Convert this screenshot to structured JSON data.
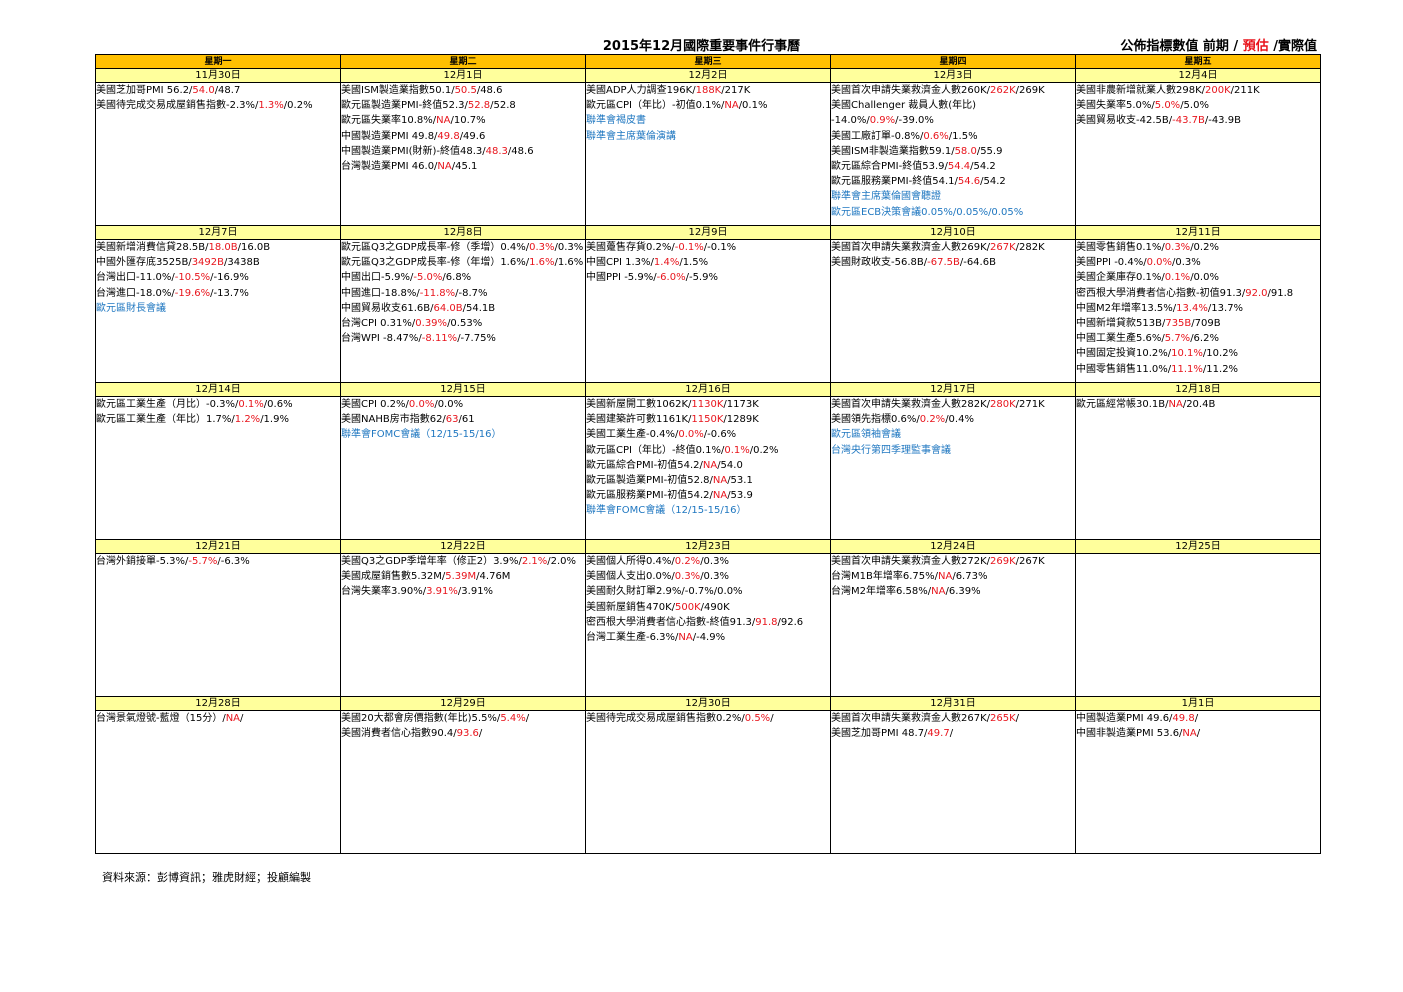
{
  "title": "2015年12月國際重要事件行事曆",
  "legend": {
    "part1": "公佈指標數值  前期 / ",
    "part2": "預估",
    "part3": " /實際值"
  },
  "days": [
    "星期一",
    "星期二",
    "星期三",
    "星期四",
    "星期五"
  ],
  "colors": {
    "header": "#ffc000",
    "date_row": "#ffff9c",
    "forecast": "#e8141c",
    "event": "#1f77c0"
  },
  "weeks": [
    {
      "dates": [
        "11月30日",
        "12月1日",
        "12月2日",
        "12月3日",
        "12月4日"
      ],
      "cells": [
        [
          {
            "t": "美國芝加哥PMI  56.2/",
            "f": "54.0",
            "a": "/48.7"
          },
          {
            "t": "美國待完成交易成屋銷售指數-2.3%/",
            "f": "1.3%",
            "a": "/0.2%"
          }
        ],
        [
          {
            "t": "美國ISM製造業指數50.1/",
            "f": "50.5",
            "a": "/48.6"
          },
          {
            "t": "歐元區製造業PMI-終值52.3/",
            "f": "52.8",
            "a": "/52.8"
          },
          {
            "t": "歐元區失業率10.8%/",
            "f": "NA",
            "a": "/10.7%"
          },
          {
            "t": "中國製造業PMI 49.8/",
            "f": "49.8",
            "a": "/49.6"
          },
          {
            "t": "中國製造業PMI(財新)-終值48.3/",
            "f": "48.3",
            "a": "/48.6"
          },
          {
            "t": "台灣製造業PMI 46.0/",
            "f": "NA",
            "a": "/45.1"
          }
        ],
        [
          {
            "t": "美國ADP人力調查196K/",
            "f": "188K",
            "a": "/217K"
          },
          {
            "t": "歐元區CPI（年比）-初值0.1%/",
            "f": "NA",
            "a": "/0.1%"
          },
          {
            "e": "聯準會褐皮書"
          },
          {
            "e": "聯準會主席葉倫演講"
          }
        ],
        [
          {
            "t": "美國首次申請失業救濟金人數260K/",
            "f": "262K",
            "a": "/269K"
          },
          {
            "t": "美國Challenger 裁員人數(年比) -14.0%/",
            "f": "0.9%",
            "a": "/-39.0%",
            "wrap": true
          },
          {
            "t": "美國工廠訂單-0.8%/",
            "f": "0.6%",
            "a": "/1.5%"
          },
          {
            "t": "美國ISM非製造業指數59.1/",
            "f": "58.0",
            "a": "/55.9"
          },
          {
            "t": "歐元區綜合PMI-終值53.9/",
            "f": "54.4",
            "a": "/54.2"
          },
          {
            "t": "歐元區服務業PMI-終值54.1/",
            "f": "54.6",
            "a": "/54.2"
          },
          {
            "e": "聯準會主席葉倫國會聽證"
          },
          {
            "e": "歐元區ECB決策會議0.05%/0.05%/0.05%"
          }
        ],
        [
          {
            "t": "美國非農新增就業人數298K/",
            "f": "200K",
            "a": "/211K"
          },
          {
            "t": "美國失業率5.0%/",
            "f": "5.0%",
            "a": "/5.0%"
          },
          {
            "t": "美國貿易收支-42.5B/",
            "f": "-43.7B",
            "a": "/-43.9B"
          }
        ]
      ]
    },
    {
      "dates": [
        "12月7日",
        "12月8日",
        "12月9日",
        "12月10日",
        "12月11日"
      ],
      "cells": [
        [
          {
            "t": "美國新增消費信貸28.5B/",
            "f": "18.0B",
            "a": "/16.0B"
          },
          {
            "t": "中國外匯存底3525B/",
            "f": "3492B",
            "a": "/3438B"
          },
          {
            "t": "台灣出口-11.0%/",
            "f": "-10.5%",
            "a": "/-16.9%"
          },
          {
            "t": "台灣進口-18.0%/",
            "f": "-19.6%",
            "a": "/-13.7%"
          },
          {
            "e": "歐元區財長會議"
          }
        ],
        [
          {
            "t": "歐元區Q3之GDP成長率-修（季增）0.4%/",
            "f": "0.3%",
            "a": "/0.3%",
            "wrap": true
          },
          {
            "t": "歐元區Q3之GDP成長率-修（年增）1.6%/",
            "f": "1.6%",
            "a": "/1.6%",
            "wrap": true
          },
          {
            "t": "中國出口-5.9%/",
            "f": "-5.0%",
            "a": "/6.8%"
          },
          {
            "t": "中國進口-18.8%/",
            "f": "-11.8%",
            "a": "/-8.7%"
          },
          {
            "t": "中國貿易收支61.6B/",
            "f": "64.0B",
            "a": "/54.1B"
          },
          {
            "t": "台灣CPI  0.31%/",
            "f": "0.39%",
            "a": "/0.53%"
          },
          {
            "t": "台灣WPI  -8.47%/",
            "f": "-8.11%",
            "a": "/-7.75%"
          }
        ],
        [
          {
            "t": "美國躉售存貨0.2%/",
            "f": "-0.1%",
            "a": "/-0.1%"
          },
          {
            "t": "中國CPI  1.3%/",
            "f": "1.4%",
            "a": "/1.5%"
          },
          {
            "t": "中國PPI  -5.9%/",
            "f": "-6.0%",
            "a": "/-5.9%"
          }
        ],
        [
          {
            "t": "美國首次申請失業救濟金人數269K/",
            "f": "267K",
            "a": "/282K"
          },
          {
            "t": "美國財政收支-56.8B/",
            "f": "-67.5B",
            "a": "/-64.6B"
          }
        ],
        [
          {
            "t": "美國零售銷售0.1%/",
            "f": "0.3%",
            "a": "/0.2%"
          },
          {
            "t": "美國PPI  -0.4%/",
            "f": "0.0%",
            "a": "/0.3%"
          },
          {
            "t": "美國企業庫存0.1%/",
            "f": "0.1%",
            "a": "/0.0%"
          },
          {
            "t": "密西根大學消費者信心指數-初值91.3/",
            "f": "92.0",
            "a": "/91.8"
          },
          {
            "t": "中國M2年增率13.5%/",
            "f": "13.4%",
            "a": "/13.7%"
          },
          {
            "t": "中國新增貸款513B/",
            "f": "735B",
            "a": "/709B"
          },
          {
            "t": "中國工業生產5.6%/",
            "f": "5.7%",
            "a": "/6.2%"
          },
          {
            "t": "中國固定投資10.2%/",
            "f": "10.1%",
            "a": "/10.2%"
          },
          {
            "t": "中國零售銷售11.0%/",
            "f": "11.1%",
            "a": "/11.2%"
          }
        ]
      ]
    },
    {
      "dates": [
        "12月14日",
        "12月15日",
        "12月16日",
        "12月17日",
        "12月18日"
      ],
      "cells": [
        [
          {
            "t": "歐元區工業生產（月比）-0.3%/",
            "f": "0.1%",
            "a": "/0.6%"
          },
          {
            "t": "歐元區工業生產（年比）1.7%/",
            "f": "1.2%",
            "a": "/1.9%"
          }
        ],
        [
          {
            "t": "美國CPI  0.2%/",
            "f": "0.0%",
            "a": "/0.0%"
          },
          {
            "t": "美國NAHB房市指數62/",
            "f": "63",
            "a": "/61"
          },
          {
            "e": "聯準會FOMC會議（12/15-15/16）"
          }
        ],
        [
          {
            "t": "美國新屋開工數1062K/",
            "f": "1130K",
            "a": "/1173K"
          },
          {
            "t": "美國建築許可數1161K/",
            "f": "1150K",
            "a": "/1289K"
          },
          {
            "t": "美國工業生產-0.4%/",
            "f": "0.0%",
            "a": "/-0.6%"
          },
          {
            "t": "歐元區CPI（年比）-終值0.1%/",
            "f": "0.1%",
            "a": "/0.2%"
          },
          {
            "t": "歐元區綜合PMI-初值54.2/",
            "f": "NA",
            "a": "/54.0"
          },
          {
            "t": "歐元區製造業PMI-初值52.8/",
            "f": "NA",
            "a": "/53.1"
          },
          {
            "t": "歐元區服務業PMI-初值54.2/",
            "f": "NA",
            "a": "/53.9"
          },
          {
            "e": "聯準會FOMC會議（12/15-15/16）"
          }
        ],
        [
          {
            "t": "美國首次申請失業救濟金人數282K/",
            "f": "280K",
            "a": "/271K"
          },
          {
            "t": "美國領先指標0.6%/",
            "f": "0.2%",
            "a": "/0.4%"
          },
          {
            "e": "歐元區領袖會議"
          },
          {
            "e": "台灣央行第四季理監事會議"
          }
        ],
        [
          {
            "t": "歐元區經常帳30.1B/",
            "f": "NA",
            "a": "/20.4B"
          }
        ]
      ]
    },
    {
      "dates": [
        "12月21日",
        "12月22日",
        "12月23日",
        "12月24日",
        "12月25日"
      ],
      "cells": [
        [
          {
            "t": "台灣外銷接單-5.3%/",
            "f": "-5.7%",
            "a": "/-6.3%"
          }
        ],
        [
          {
            "t": "美國Q3之GDP季增年率（修正2）3.9%/",
            "f": "2.1%",
            "a": "/2.0%",
            "wrap": true
          },
          {
            "t": "美國成屋銷售數5.32M/",
            "f": "5.39M",
            "a": "/4.76M"
          },
          {
            "t": "台灣失業率3.90%/",
            "f": "3.91%",
            "a": "/3.91%"
          }
        ],
        [
          {
            "t": "美國個人所得0.4%/",
            "f": "0.2%",
            "a": "/0.3%"
          },
          {
            "t": "美國個人支出0.0%/",
            "f": "0.3%",
            "a": "/0.3%"
          },
          {
            "t": "美國耐久財訂單2.9%/-0.7%/0.0%"
          },
          {
            "t": "美國新屋銷售470K/",
            "f": "500K",
            "a": "/490K"
          },
          {
            "t": "密西根大學消費者信心指數-終值91.3/",
            "f": "91.8",
            "a": "/92.6"
          },
          {
            "t": "台灣工業生產-6.3%/",
            "f": "NA",
            "a": "/-4.9%"
          }
        ],
        [
          {
            "t": "美國首次申請失業救濟金人數272K/",
            "f": "269K",
            "a": "/267K"
          },
          {
            "t": "台灣M1B年增率6.75%/",
            "f": "NA",
            "a": "/6.73%"
          },
          {
            "t": "台灣M2年增率6.58%/",
            "f": "NA",
            "a": "/6.39%"
          }
        ],
        []
      ]
    },
    {
      "dates": [
        "12月28日",
        "12月29日",
        "12月30日",
        "12月31日",
        "1月1日"
      ],
      "cells": [
        [
          {
            "t": "台灣景氣燈號-藍燈（15分）/",
            "f": "NA",
            "a": "/"
          }
        ],
        [
          {
            "t": "美國20大都會房價指數(年比)5.5%/",
            "f": "5.4%",
            "a": "/"
          },
          {
            "t": "美國消費者信心指數90.4/",
            "f": "93.6",
            "a": "/"
          }
        ],
        [
          {
            "t": "美國待完成交易成屋銷售指數0.2%/",
            "f": "0.5%",
            "a": "/"
          }
        ],
        [
          {
            "t": "美國首次申請失業救濟金人數267K/",
            "f": "265K",
            "a": "/"
          },
          {
            "t": "美國芝加哥PMI  48.7/",
            "f": "49.7",
            "a": "/"
          }
        ],
        [
          {
            "t": "中國製造業PMI 49.6/",
            "f": "49.8",
            "a": "/"
          },
          {
            "t": "中國非製造業PMI 53.6/",
            "f": "NA",
            "a": "/"
          }
        ]
      ]
    }
  ],
  "source": "資料來源：彭博資訊；雅虎財經；投顧編製"
}
